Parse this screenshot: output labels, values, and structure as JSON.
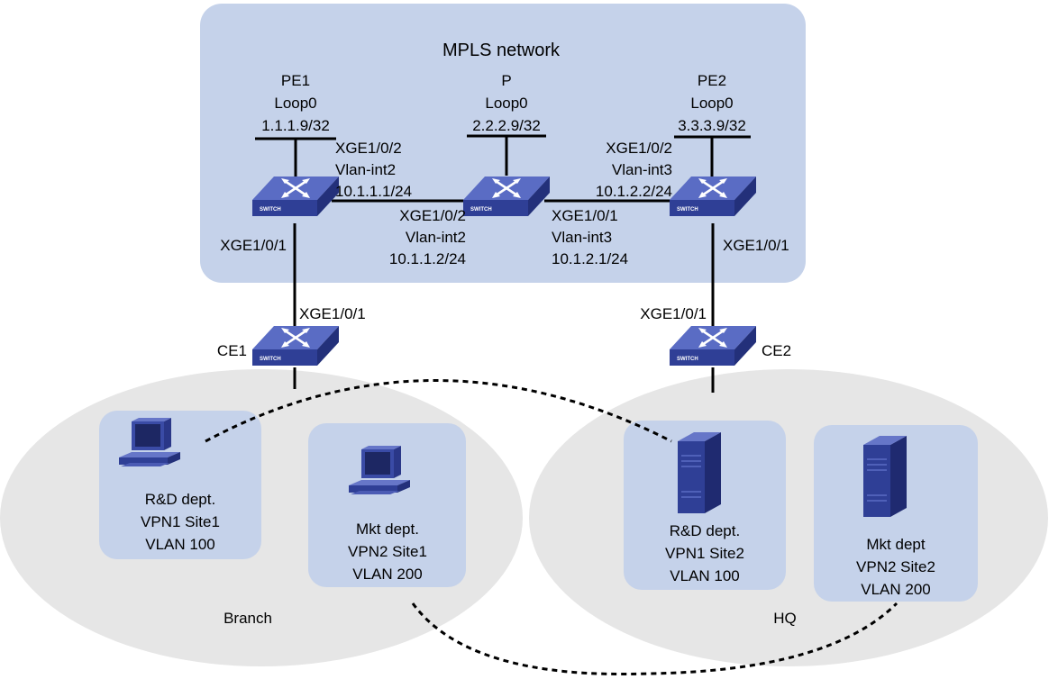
{
  "network": {
    "title": "MPLS network",
    "color": "#c5d2ea"
  },
  "devices": {
    "pe1": {
      "name": "PE1",
      "loop": "Loop0",
      "loop_ip": "1.1.1.9/32"
    },
    "p": {
      "name": "P",
      "loop": "Loop0",
      "loop_ip": "2.2.2.9/32"
    },
    "pe2": {
      "name": "PE2",
      "loop": "Loop0",
      "loop_ip": "3.3.3.9/32"
    },
    "ce1": {
      "name": "CE1"
    },
    "ce2": {
      "name": "CE2"
    },
    "switch_label": "SWITCH"
  },
  "interfaces": {
    "pe1_up": {
      "port": "XGE1/0/2",
      "vlan": "Vlan-int2",
      "ip": "10.1.1.1/24"
    },
    "p_left": {
      "port": "XGE1/0/2",
      "vlan": "Vlan-int2",
      "ip": "10.1.1.2/24"
    },
    "p_right": {
      "port": "XGE1/0/1",
      "vlan": "Vlan-int3",
      "ip": "10.1.2.1/24"
    },
    "pe2_up": {
      "port": "XGE1/0/2",
      "vlan": "Vlan-int3",
      "ip": "10.1.2.2/24"
    },
    "pe1_down": "XGE1/0/1",
    "pe2_down": "XGE1/0/1",
    "ce1_up": "XGE1/0/1",
    "ce2_up": "XGE1/0/1"
  },
  "sites": {
    "branch": {
      "label": "Branch",
      "site1": {
        "dept": "R&D dept.",
        "vpn": "VPN1 Site1",
        "vlan": "VLAN 100"
      },
      "site2": {
        "dept": "Mkt dept.",
        "vpn": "VPN2 Site1",
        "vlan": "VLAN 200"
      }
    },
    "hq": {
      "label": "HQ",
      "site1": {
        "dept": "R&D dept.",
        "vpn": "VPN1 Site2",
        "vlan": "VLAN 100"
      },
      "site2": {
        "dept": "Mkt dept",
        "vpn": "VPN2 Site2",
        "vlan": "VLAN 200"
      }
    }
  },
  "colors": {
    "site_area": "#e6e6e6",
    "site_box": "#c5d2ea",
    "switch": "#3d4fa8",
    "link": "#000000"
  }
}
